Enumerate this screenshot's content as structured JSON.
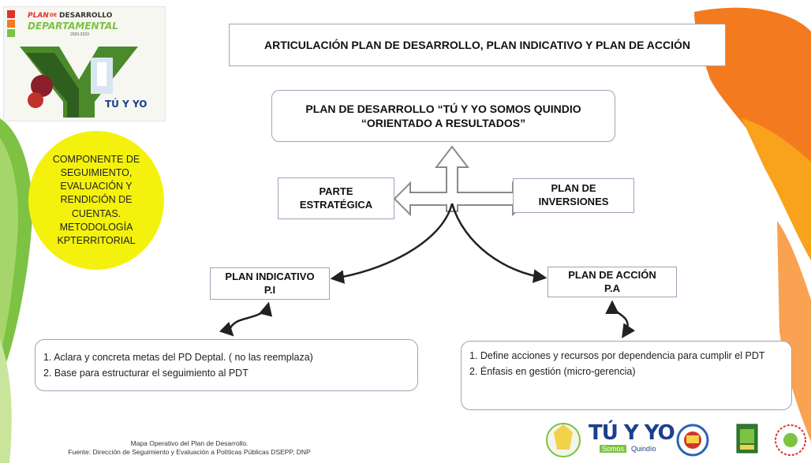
{
  "logo": {
    "plan": "PLAN",
    "de": "DE",
    "desarrollo": "DESARROLLO",
    "departamental": "DEPARTAMENTAL",
    "years": "2020-2023",
    "brand": "TÚ Y YO"
  },
  "title_box": "ARTICULACIÓN PLAN DE DESARROLLO, PLAN INDICATIVO Y PLAN DE ACCIÓN",
  "plan_box": {
    "line1": "PLAN DE DESARROLLO “TÚ Y YO SOMOS QUINDIO",
    "line2": "“ORIENTADO A RESULTADOS”"
  },
  "yellow_circle": [
    "COMPONENTE DE",
    "SEGUIMIENTO,",
    "EVALUACIÓN Y",
    "RENDICIÓN DE",
    "CUENTAS.",
    "METODOLOGÍA",
    "KPTERRITORIAL"
  ],
  "parte_estrategica": {
    "line1": "PARTE",
    "line2": "ESTRATÉGICA"
  },
  "plan_inversiones": {
    "line1": "PLAN DE",
    "line2": "INVERSIONES"
  },
  "plan_indicativo": {
    "line1": "PLAN INDICATIVO",
    "line2": "P.I"
  },
  "plan_accion": {
    "line1": "PLAN DE ACCIÓN",
    "line2": "P.A"
  },
  "left_list": [
    "1. Aclara y concreta metas del PD Deptal. ( no las reemplaza)",
    "2. Base para estructurar  el seguimiento al PDT"
  ],
  "right_list": [
    "1. Define acciones y recursos por dependencia  para cumplir el PDT",
    "2. Énfasis en gestión (micro-gerencia)"
  ],
  "footer": {
    "line1": "Mapa Operativo del Plan de Desarrollo.",
    "line2": "Fuente: Dirección de Seguimiento y Evaluación a Políticas Públicas DSEPP, DNP"
  },
  "bottom_logo": {
    "brand": "TÚ Y YO",
    "tagline1": "Somos",
    "tagline2": "Quindío"
  },
  "colors": {
    "orange": "#f47a1f",
    "green": "#7dc242",
    "yellow": "#f4f20c",
    "arrow_dark": "#222222",
    "box_border": "#9aa6b8"
  }
}
